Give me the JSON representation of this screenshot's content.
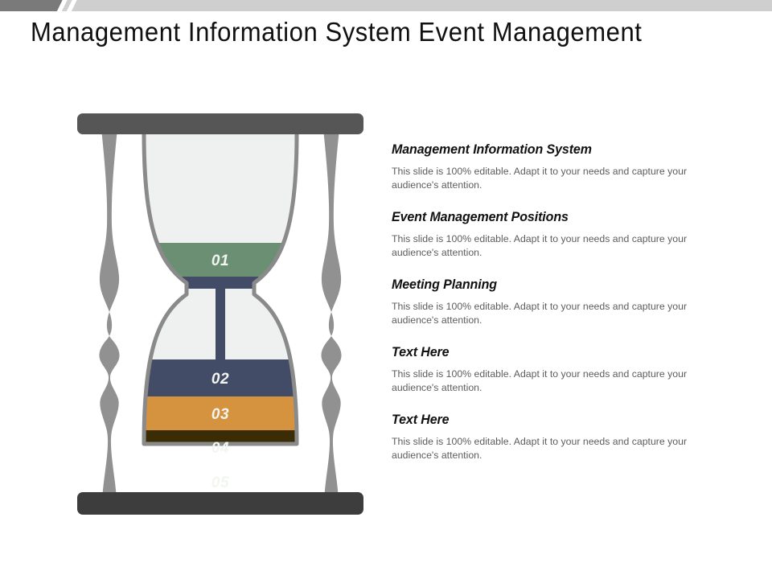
{
  "slide": {
    "title": "Management Information System Event Management",
    "background_color": "#ffffff"
  },
  "decor": {
    "band_light_color": "#cfcfcf",
    "band_dark_color": "#7a7a7a",
    "slash_color": "#ffffff"
  },
  "hourglass": {
    "frame_color": "#919191",
    "glass_outline_color": "#8a8a8a",
    "glass_fill_color": "#eff0f0",
    "top_bar_color": "#565656",
    "bottom_bar_color": "#3d3d3d",
    "stream_color": "#434c66",
    "bands": [
      {
        "id": "01",
        "label": "01",
        "color": "#6b8f73",
        "chamber": "top"
      },
      {
        "id": "02",
        "label": "02",
        "color": "#434c66",
        "chamber": "bottom"
      },
      {
        "id": "03",
        "label": "03",
        "color": "#d59340",
        "chamber": "bottom"
      },
      {
        "id": "04",
        "label": "04",
        "color": "#3a2c05",
        "chamber": "bottom"
      },
      {
        "id": "05",
        "label": "05",
        "color": "#7c9b86",
        "chamber": "bottom"
      }
    ]
  },
  "content": {
    "blocks": [
      {
        "heading": "Management Information System",
        "body": "This slide is 100% editable. Adapt it to your needs and capture your audience's attention."
      },
      {
        "heading": "Event Management Positions",
        "body": "This slide is 100% editable. Adapt it to your needs and capture your audience's attention."
      },
      {
        "heading": "Meeting Planning",
        "body": "This slide is 100% editable. Adapt it to your needs and capture your audience's attention."
      },
      {
        "heading": "Text Here",
        "body": "This slide is 100% editable. Adapt it to your needs and capture your audience's attention."
      },
      {
        "heading": "Text Here",
        "body": "This slide is 100% editable. Adapt it to your needs and capture your audience's attention."
      }
    ]
  }
}
